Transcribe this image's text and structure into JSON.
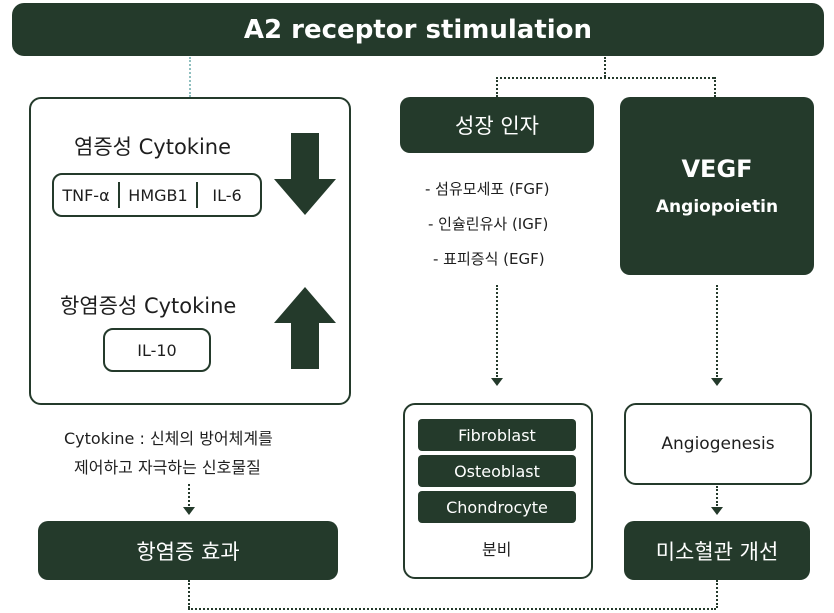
{
  "title": "A2 receptor stimulation",
  "left": {
    "pro_label": "염증성 Cytokine",
    "pro_items": [
      "TNF-α",
      "HMGB1",
      "IL-6"
    ],
    "anti_label": "항염증성 Cytokine",
    "anti_item": "IL-10",
    "note_line1": "Cytokine : 신체의 방어체계를",
    "note_line2": "제어하고 자극하는 신호물질",
    "result": "항염증 효과"
  },
  "middle": {
    "header": "성장 인자",
    "factors": [
      "- 섬유모세포 (FGF)",
      "- 인슐린유사 (IGF)",
      "- 표피증식 (EGF)"
    ],
    "cells": [
      "Fibroblast",
      "Osteoblast",
      "Chondrocyte"
    ],
    "cells_label": "분비"
  },
  "right": {
    "title": "VEGF",
    "subtitle": "Angiopoietin",
    "process": "Angiogenesis",
    "result": "미소혈관 개선"
  },
  "colors": {
    "primary": "#243a2b",
    "teal_dotted": "#8fbfbf"
  }
}
